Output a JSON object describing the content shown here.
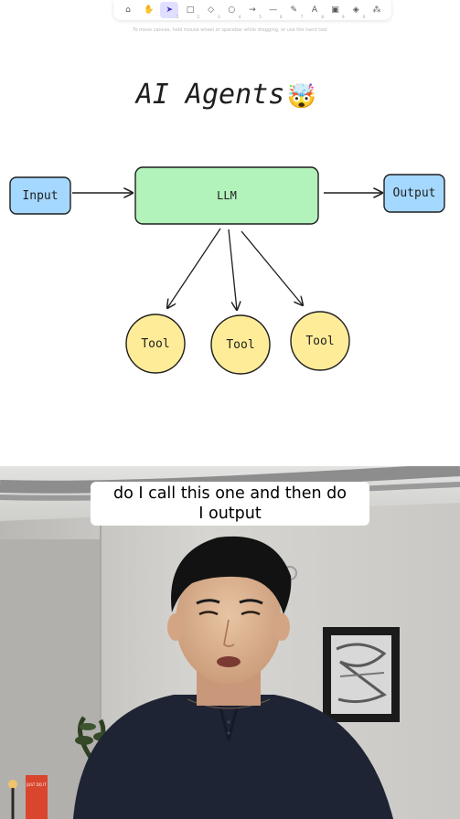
{
  "toolbar": {
    "tools": [
      {
        "icon": "lock-icon",
        "glyph": "⌂",
        "key": ""
      },
      {
        "icon": "hand-icon",
        "glyph": "✋",
        "key": ""
      },
      {
        "icon": "selection-cursor-icon",
        "glyph": "➤",
        "key": "1",
        "active": true
      },
      {
        "icon": "rectangle-icon",
        "glyph": "□",
        "key": "2"
      },
      {
        "icon": "diamond-icon",
        "glyph": "◇",
        "key": "3"
      },
      {
        "icon": "ellipse-icon",
        "glyph": "○",
        "key": "4"
      },
      {
        "icon": "arrow-icon",
        "glyph": "→",
        "key": "5"
      },
      {
        "icon": "line-icon",
        "glyph": "—",
        "key": "6"
      },
      {
        "icon": "pencil-icon",
        "glyph": "✎",
        "key": "7"
      },
      {
        "icon": "text-icon",
        "glyph": "A",
        "key": "8"
      },
      {
        "icon": "image-icon",
        "glyph": "▣",
        "key": "9"
      },
      {
        "icon": "eraser-icon",
        "glyph": "◈",
        "key": "0"
      },
      {
        "icon": "extra-tools-icon",
        "glyph": "⁂",
        "key": ""
      }
    ],
    "hint": "To move canvas, hold mouse wheel or spacebar while dragging, or use the hand tool"
  },
  "diagram": {
    "title": "AI Agents",
    "title_emoji": "🤯",
    "input_label": "Input",
    "llm_label": "LLM",
    "output_label": "Output",
    "tool_labels": [
      "Tool",
      "Tool",
      "Tool"
    ],
    "colors": {
      "io_fill": "#a5d8ff",
      "llm_fill": "#b2f2bb",
      "tool_fill": "#ffec99",
      "stroke": "#1e1e1e"
    }
  },
  "video": {
    "caption_line1": "do I call this one and then do",
    "caption_line2": "I output",
    "book_label": "JUST DO IT"
  }
}
